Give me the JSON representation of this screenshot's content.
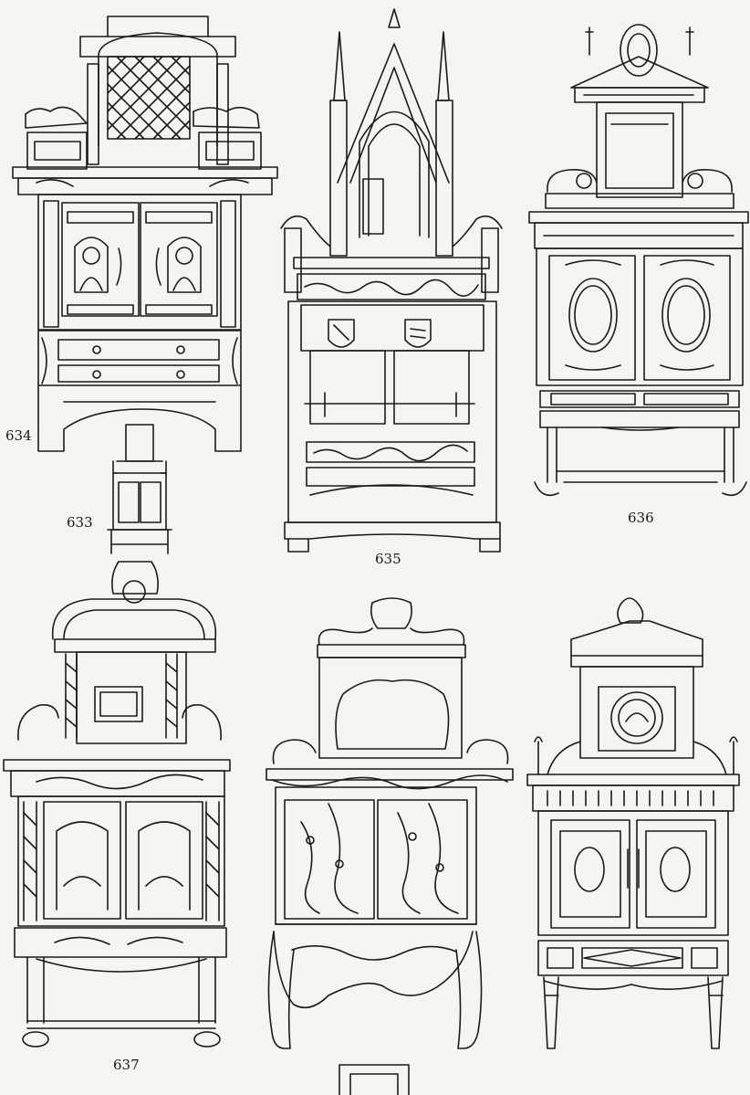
{
  "figures": [
    {
      "id": "fig-634",
      "number": "634"
    },
    {
      "id": "fig-633",
      "number": "633"
    },
    {
      "id": "fig-635",
      "number": "635"
    },
    {
      "id": "fig-636",
      "number": "636"
    },
    {
      "id": "fig-637",
      "number": "637"
    }
  ],
  "colors": {
    "paper": "#f6f4ee",
    "ink": "#1a1a1a"
  }
}
